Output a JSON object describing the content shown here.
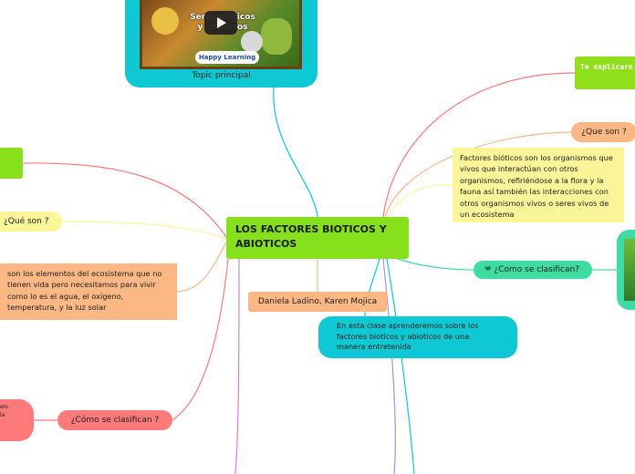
{
  "central": {
    "line1": "LOS FACTORES BIOTICOS Y",
    "line2": "ABIOTICOS"
  },
  "topic": {
    "label": "Topic principal",
    "video_banner": "Seres bióticos y abióticos",
    "video_logo": "Happy Learning",
    "play_icon": "play-icon"
  },
  "right": {
    "explicar": "Te explicare",
    "que_son": "¿Que son ?",
    "bioticos_text": "Factores bióticos son los organismos que vivos que interactúan con otros organismos, refiriéndose a la flora y la fauna así también las interacciones con otros organismos vivos o seres vivos de un ecosistema",
    "como_clasifican": "¿Como se clasifican?",
    "heart_icon": "green-heart-icon"
  },
  "bottom": {
    "autores": "Daniela Ladino, Karen Mojica",
    "clase": "En esta clase aprenderemos sobre los factores bioticos y abioticos de una manera entretenida"
  },
  "left": {
    "que_son": "¿Qué son ?",
    "abioticos_text": "son los elementos del ecosistema que no tienen vida pero necesitamos para vivir como lo es el agua, el oxígeno, temperatura, y la luz solar",
    "como_clasifican": "¿Cómo se clasifican ?",
    "red_node_line1": "elo",
    "red_node_line2": "la"
  },
  "colors": {
    "central": "#86e01b",
    "topic": "#0ec8d3",
    "orange": "#fbb784",
    "yellow": "#fbf59a",
    "mint": "#3fdca2",
    "red": "#fc7a7a"
  }
}
